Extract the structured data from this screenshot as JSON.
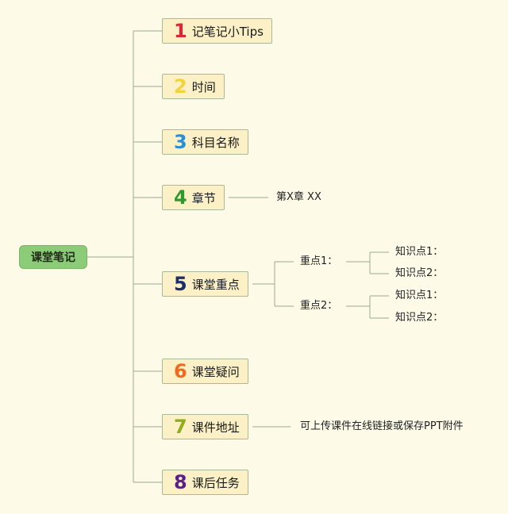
{
  "root": {
    "label": "课堂笔记"
  },
  "sections": [
    {
      "number": "1",
      "label": "记笔记小Tips",
      "color": "#d62a3a"
    },
    {
      "number": "2",
      "label": "时间",
      "color": "#f2d33a"
    },
    {
      "number": "3",
      "label": "科目名称",
      "color": "#2b8fd6"
    },
    {
      "number": "4",
      "label": "章节",
      "color": "#2e9a2e"
    },
    {
      "number": "5",
      "label": "课堂重点",
      "color": "#1d2f6b"
    },
    {
      "number": "6",
      "label": "课堂疑问",
      "color": "#f06a1e"
    },
    {
      "number": "7",
      "label": "课件地址",
      "color": "#8eae1e"
    },
    {
      "number": "8",
      "label": "课后任务",
      "color": "#5a1e8e"
    }
  ],
  "chapter_note": "第X章 XX",
  "key_points": [
    {
      "label": "重点1：",
      "items": [
        "知识点1：",
        "知识点2："
      ]
    },
    {
      "label": "重点2：",
      "items": [
        "知识点1：",
        "知识点2："
      ]
    }
  ],
  "courseware_note": "可上传课件在线链接或保存PPT附件",
  "colors": {
    "line": "#9aa892",
    "root_fill": "#8ccb78",
    "node_fill": "#fbf0c6",
    "background": "#fdfbe8"
  }
}
